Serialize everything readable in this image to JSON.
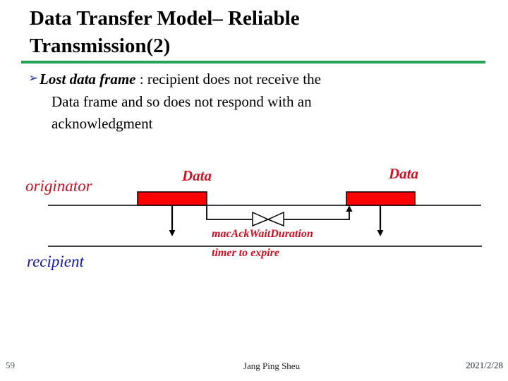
{
  "slide": {
    "colors": {
      "accent_green": "#1fa257",
      "frame_red": "#ff0000",
      "label_red": "#cc1122",
      "recipient_blue": "#1515a3",
      "bullet_blue": "#2b3a9e"
    },
    "title": "Data Transfer Model– Reliable Transmission(2)",
    "bullet": {
      "marker": "➢",
      "lead": "Lost data frame",
      "line1_rest": " : recipient does not receive the",
      "line2": "Data frame and so does not respond with an",
      "line3": "acknowledgment"
    },
    "diagram": {
      "originator_label": "originator",
      "recipient_label": "recipient",
      "data_labels": [
        "Data",
        "Data"
      ],
      "timer_line1": "macAckWaitDuration",
      "timer_line2": "timer to expire"
    },
    "footer": {
      "page_number": "59",
      "author": "Jang Ping Sheu",
      "date": "2021/2/28"
    }
  }
}
